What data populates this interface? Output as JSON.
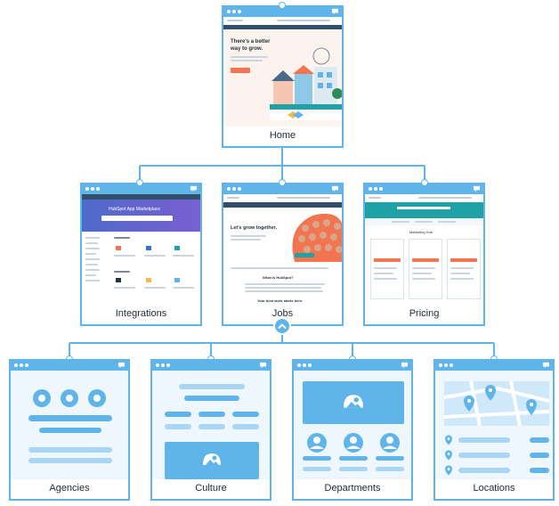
{
  "nodes": {
    "home": {
      "label": "Home"
    },
    "integrations": {
      "label": "Integrations"
    },
    "jobs": {
      "label": "Jobs"
    },
    "pricing": {
      "label": "Pricing"
    },
    "agencies": {
      "label": "Agencies"
    },
    "culture": {
      "label": "Culture"
    },
    "departments": {
      "label": "Departments"
    },
    "locations": {
      "label": "Locations"
    }
  },
  "home_page": {
    "headline_line1": "There's a better",
    "headline_line2": "way to grow."
  },
  "integrations_page": {
    "banner_title": "HubSpot App Marketplace"
  },
  "jobs_page": {
    "headline": "Let's grow together.",
    "section_title": "What is HubSpot?",
    "section_title2": "Your best work starts here."
  },
  "pricing_page": {
    "tab_label": "Marketing Hub"
  },
  "colors": {
    "accent": "#5fb4ea",
    "accent_pale": "#a9d6f5",
    "cta": "#f2754f",
    "teal": "#1fa2a6",
    "caption_text": "#1f2a36"
  },
  "icons": {
    "window_corner": "chat-bubble-icon",
    "expand_toggle": "chevron-up-icon",
    "image_placeholder": "image-icon",
    "map_marker": "map-pin-icon"
  }
}
